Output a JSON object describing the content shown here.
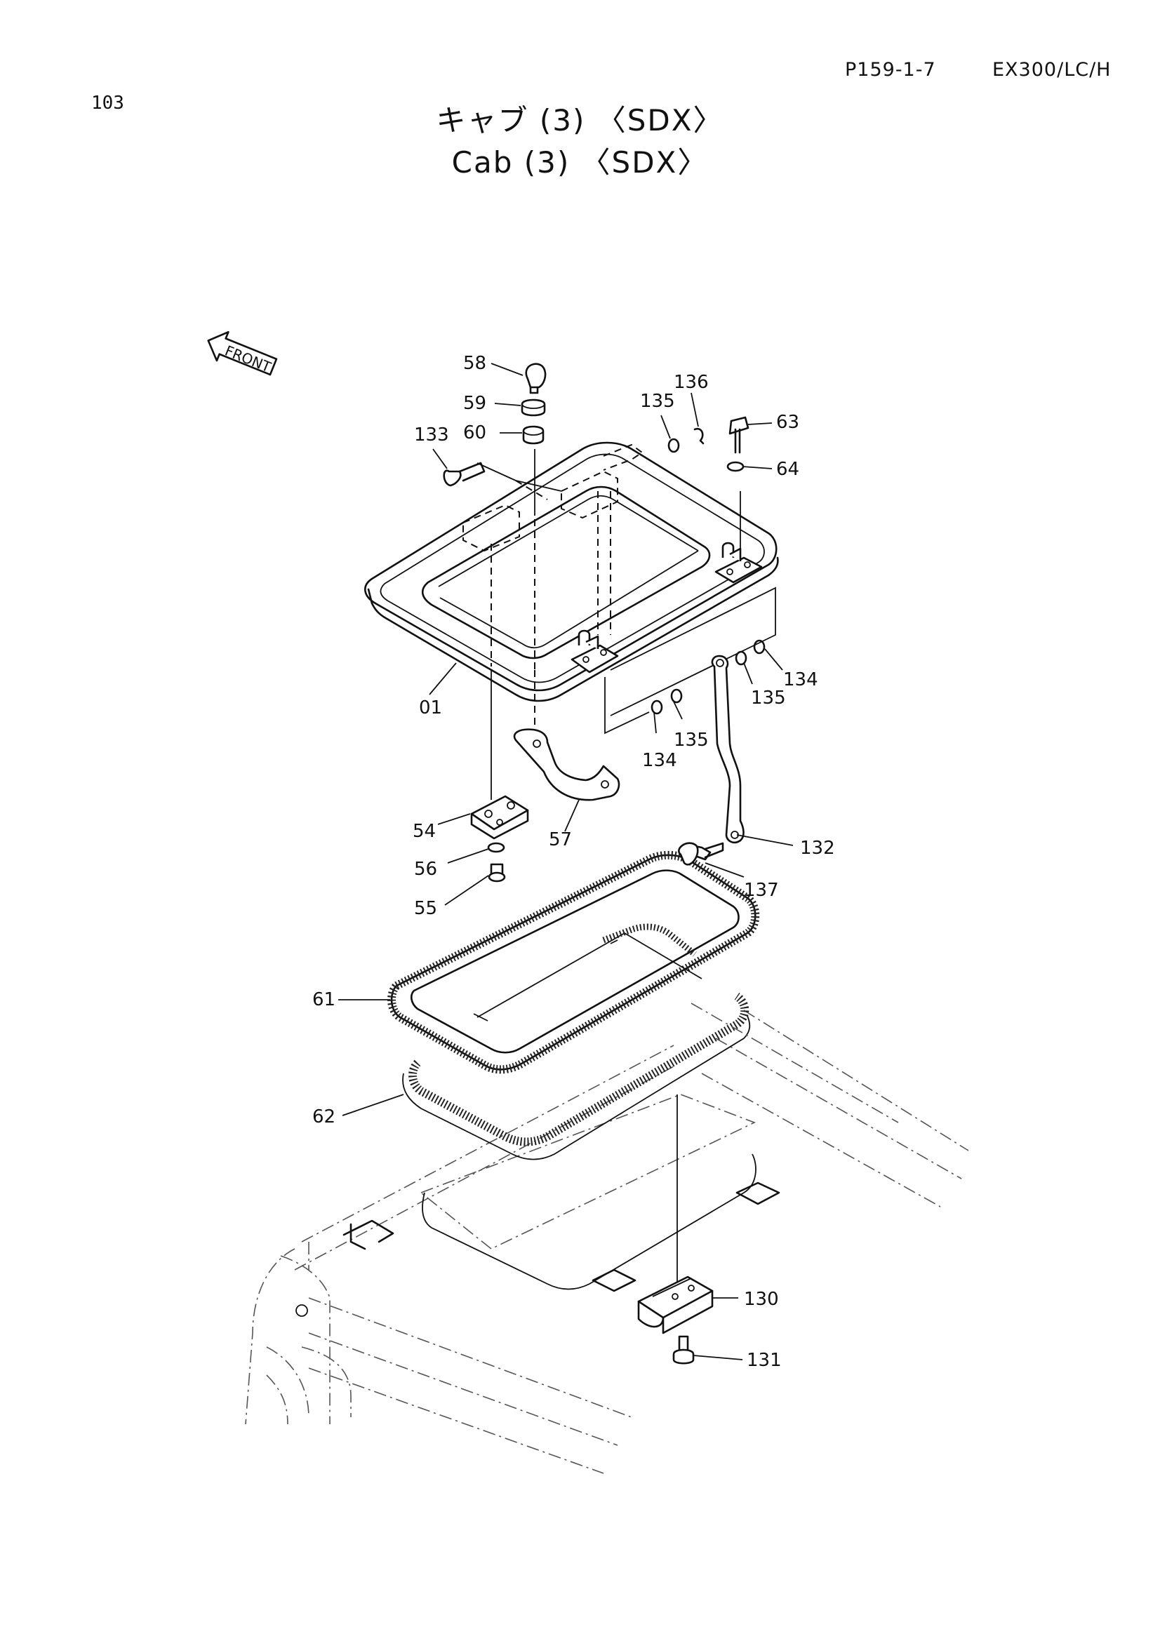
{
  "page": {
    "page_number": "103",
    "ref_code": "P159-1-7",
    "model": "EX300/LC/H",
    "title_jp": "キャブ (3) 〈SDX〉",
    "title_en": "Cab (3) 〈SDX〉"
  },
  "diagram": {
    "front_indicator": "FRONT",
    "callouts": [
      "58",
      "59",
      "60",
      "133",
      "135",
      "136",
      "63",
      "64",
      "01",
      "134",
      "135",
      "134",
      "135",
      "54",
      "57",
      "56",
      "55",
      "132",
      "137",
      "61",
      "62",
      "130",
      "131"
    ]
  }
}
